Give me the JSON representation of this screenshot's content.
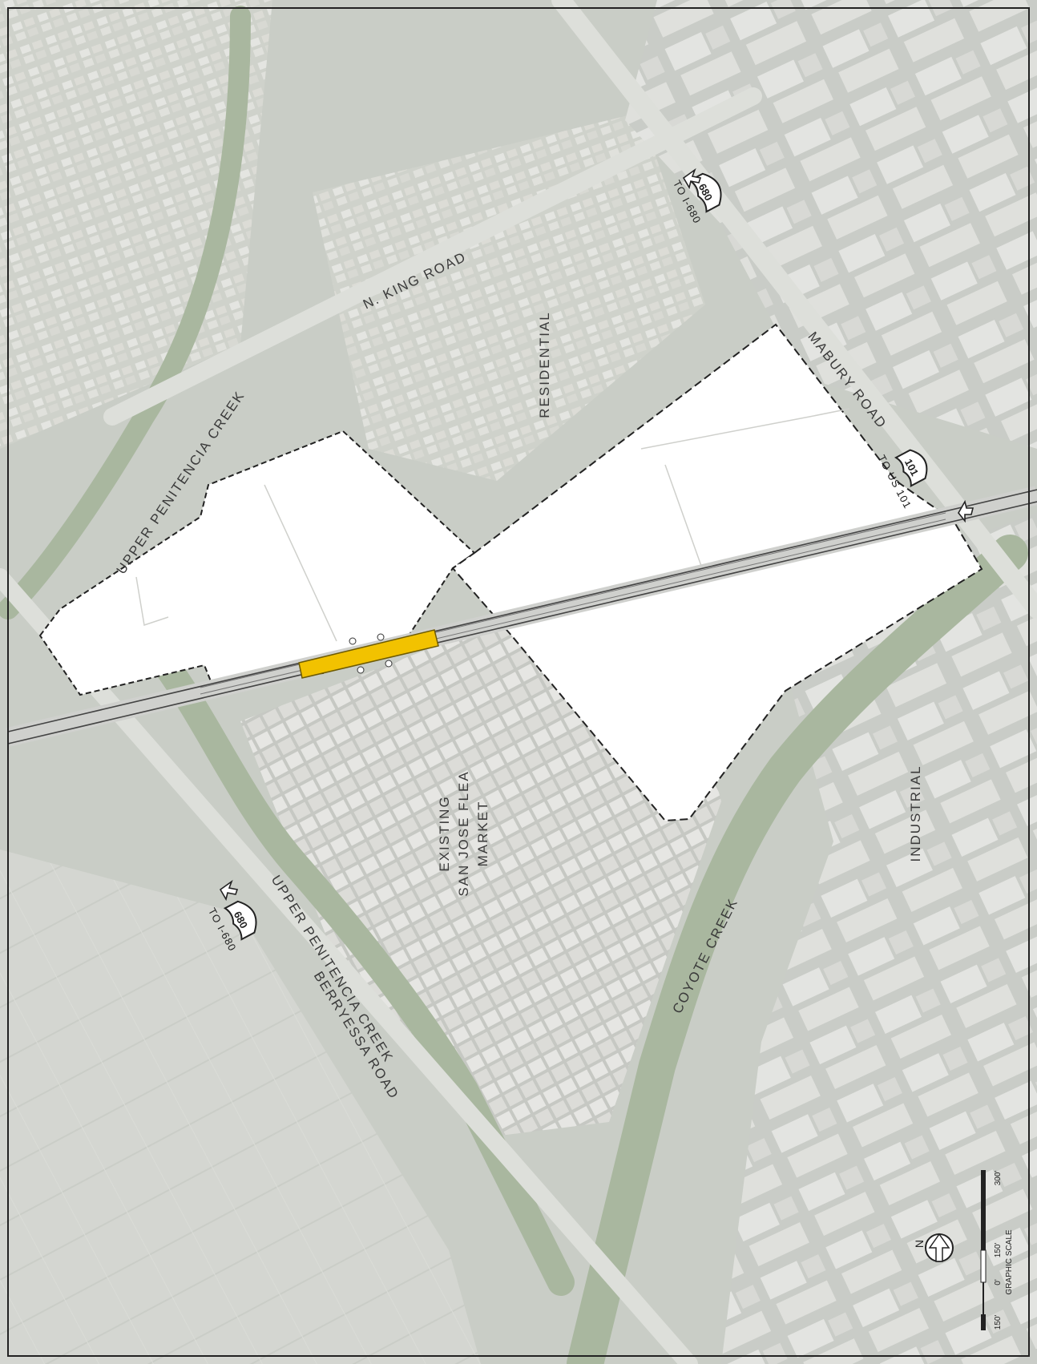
{
  "labels": {
    "n_king_road": "N. KING ROAD",
    "residential": "RESIDENTIAL",
    "mabury_road": "MABURY ROAD",
    "upper_penitencia_creek_north": "UPPER PENITENCIA CREEK",
    "upper_penitencia_creek_south_1": "UPPER PENITENCIA CREEK",
    "berryessa_road": "BERRYESSA ROAD",
    "existing_line1": "EXISTING",
    "existing_line2": "SAN JOSE FLEA",
    "existing_line3": "MARKET",
    "coyote_creek": "COYOTE CREEK",
    "industrial": "INDUSTRIAL",
    "to_i680_north": "TO I-680",
    "to_i680_south": "TO I-680",
    "to_us101": "TO US 101"
  },
  "shields": {
    "i680_north": "680",
    "i680_south": "680",
    "us101": "101"
  },
  "north_arrow": {
    "label": "N"
  },
  "scale_bar": {
    "ticks": [
      "150'",
      "0'",
      "150'",
      "300'"
    ],
    "title": "GRAPHIC SCALE"
  },
  "colors": {
    "station": "#f2c200",
    "aerial_base": "#c9cdc6",
    "vegetation": "#a9b79f",
    "parcel_fill": "#ffffff",
    "boundary": "#222222"
  }
}
